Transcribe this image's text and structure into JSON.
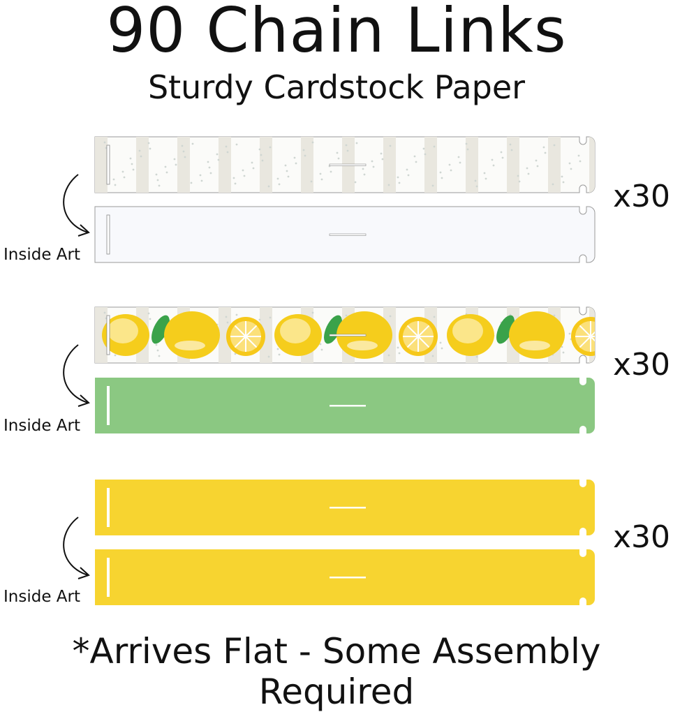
{
  "title": "90 Chain Links",
  "subtitle": "Sturdy Cardstock Paper",
  "footer": "*Arrives Flat - Some Assembly Required",
  "groups": [
    {
      "count": "x30",
      "inside_label": "Inside Art",
      "outside": "striped-dots",
      "inside": "plain-white"
    },
    {
      "count": "x30",
      "inside_label": "Inside Art",
      "outside": "lemon-pattern",
      "inside": "plain-green"
    },
    {
      "count": "x30",
      "inside_label": "Inside Art",
      "outside": "plain-yellow",
      "inside": "plain-yellow"
    }
  ],
  "colors": {
    "white_strip": "#f8f9fc",
    "stripe": "#e9e7df",
    "green": "#8bc882",
    "yellow": "#f7d430",
    "lemon": "#f5cd1c",
    "leaf": "#3aa24a"
  }
}
